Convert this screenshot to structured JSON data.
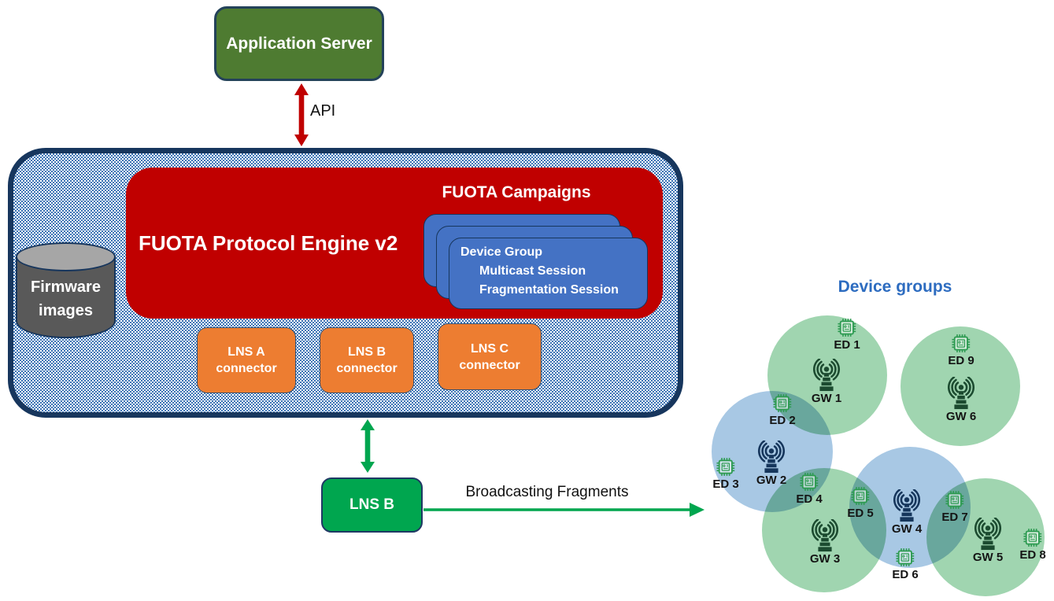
{
  "app_server": {
    "label": "Application Server"
  },
  "api": {
    "label": "API"
  },
  "engine": {
    "title": "FUOTA Protocol Engine v2",
    "firmware_store": {
      "label": "Firmware images"
    },
    "campaigns": {
      "title": "FUOTA Campaigns",
      "card": {
        "lines": [
          "Device Group",
          "Multicast Session",
          "Fragmentation Session"
        ]
      }
    },
    "connectors": [
      {
        "label": "LNS A connector"
      },
      {
        "label": "LNS B connector"
      },
      {
        "label": "LNS C connector"
      }
    ]
  },
  "lns_server": {
    "label": "LNS B"
  },
  "broadcast": {
    "label": "Broadcasting Fragments"
  },
  "device_groups": {
    "title": "Device groups",
    "gateways": [
      {
        "label": "GW 1"
      },
      {
        "label": "GW 2"
      },
      {
        "label": "GW 3"
      },
      {
        "label": "GW 4"
      },
      {
        "label": "GW 5"
      },
      {
        "label": "GW 6"
      }
    ],
    "end_devices": [
      {
        "label": "ED 1"
      },
      {
        "label": "ED 2"
      },
      {
        "label": "ED 3"
      },
      {
        "label": "ED 4"
      },
      {
        "label": "ED 5"
      },
      {
        "label": "ED 6"
      },
      {
        "label": "ED 7"
      },
      {
        "label": "ED 8"
      },
      {
        "label": "ED 9"
      }
    ]
  },
  "colors": {
    "app_server_green": "#4E7B31",
    "engine_red": "#C00000",
    "campaign_blue": "#4472C4",
    "connector_orange": "#ED7D31",
    "lns_green": "#00A64F",
    "container_border_navy": "#17365D",
    "container_pattern_blue": "#3D74B5",
    "device_groups_title_blue": "#2D6CC0",
    "group_circle_green": "#A0D5B0",
    "group_circle_blue": "#A8C8E4",
    "ed_icon_green": "#2E9B52",
    "gw_icon_dark_green": "#1C4B30",
    "gw_icon_navy": "#16365C",
    "arrow_red": "#C00000",
    "arrow_green": "#00A64F"
  }
}
